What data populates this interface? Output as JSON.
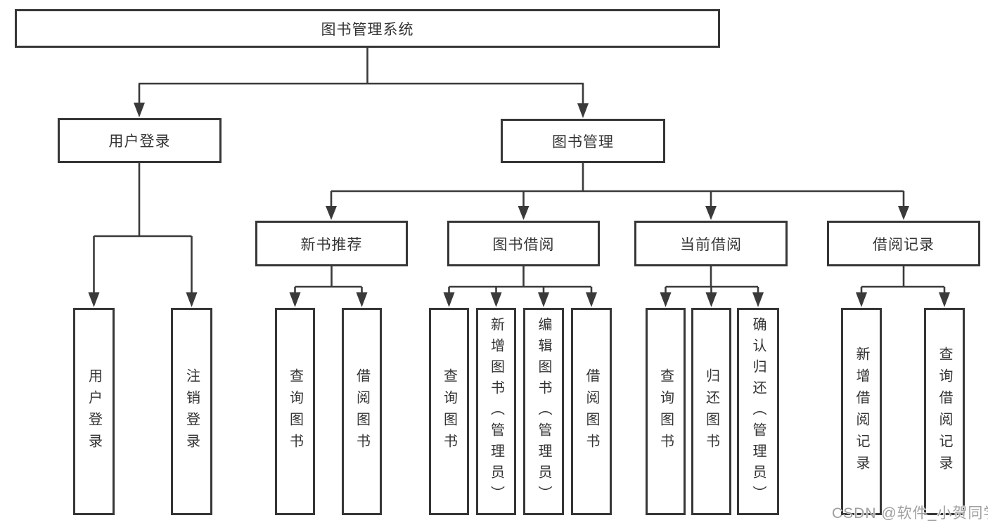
{
  "tree": {
    "root": {
      "label": "图书管理系统"
    },
    "branches": [
      {
        "label": "用户登录",
        "children": [
          {
            "label": "用户登录"
          },
          {
            "label": "注销登录"
          }
        ]
      },
      {
        "label": "图书管理",
        "children": [
          {
            "label": "新书推荐",
            "children": [
              {
                "label": "查询图书"
              },
              {
                "label": "借阅图书"
              }
            ]
          },
          {
            "label": "图书借阅",
            "children": [
              {
                "label": "查询图书"
              },
              {
                "label": "新增图书（管理员）"
              },
              {
                "label": "编辑图书（管理员）"
              },
              {
                "label": "借阅图书"
              }
            ]
          },
          {
            "label": "当前借阅",
            "children": [
              {
                "label": "查询图书"
              },
              {
                "label": "归还图书"
              },
              {
                "label": "确认归还（管理员）"
              }
            ]
          },
          {
            "label": "借阅记录",
            "children": [
              {
                "label": "新增借阅记录"
              },
              {
                "label": "查询借阅记录"
              }
            ]
          }
        ]
      }
    ]
  },
  "watermark": "CSDN @软件_小贺同学",
  "colors": {
    "line": "#3a3a3a",
    "box_border": "#363636",
    "text": "#333333",
    "watermark": "#9f9f9f",
    "background": "#ffffff"
  }
}
